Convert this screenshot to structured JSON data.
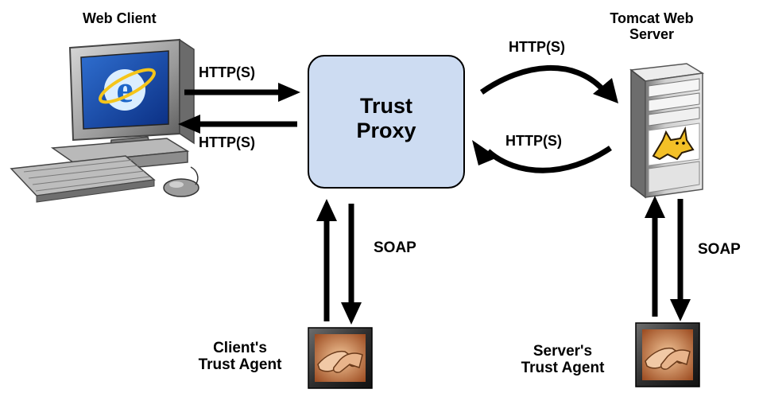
{
  "nodes": {
    "web_client": {
      "label": "Web Client",
      "icon": "desktop-computer-icon"
    },
    "trust_proxy": {
      "line1": "Trust",
      "line2": "Proxy",
      "fill": "#cddcf2"
    },
    "tomcat": {
      "line1": "Tomcat Web",
      "line2": "Server",
      "icon": "server-tower-icon"
    },
    "client_agent": {
      "line1": "Client's",
      "line2": "Trust Agent",
      "icon": "handshake-icon"
    },
    "server_agent": {
      "line1": "Server's",
      "line2": "Trust Agent",
      "icon": "handshake-icon"
    }
  },
  "edges": {
    "client_to_proxy": "HTTP(S)",
    "proxy_to_client": "HTTP(S)",
    "proxy_to_server": "HTTP(S)",
    "server_to_proxy": "HTTP(S)",
    "proxy_agent_link": "SOAP",
    "server_agent_link": "SOAP"
  }
}
